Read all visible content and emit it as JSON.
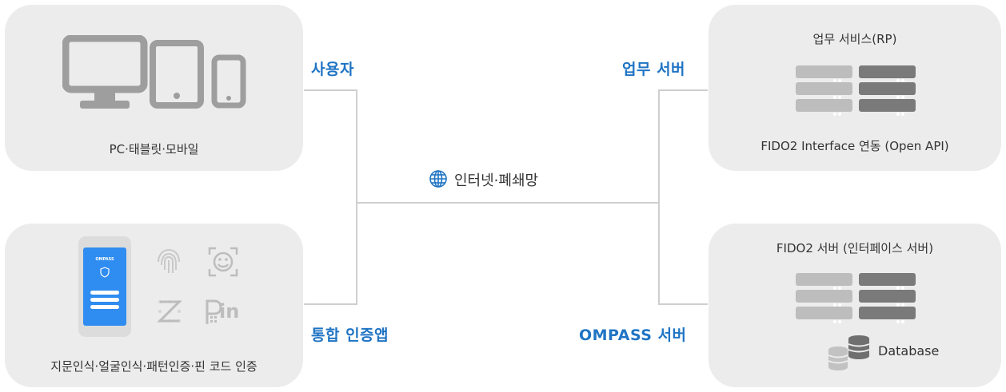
{
  "user": {
    "label": "사용자",
    "caption": "PC·태블릿·모바일"
  },
  "auth_app": {
    "label": "통합 인증앱",
    "caption": "지문인식·얼굴인식·패턴인증·핀 코드 인증",
    "phone_brand": "OMPASS",
    "pin_text": "in"
  },
  "business_server": {
    "label": "업무 서버",
    "title": "업무 서비스(RP)",
    "caption": "FIDO2 Interface 연동 (Open API)"
  },
  "ompass_server": {
    "label": "OMPASS 서버",
    "title": "FIDO2 서버 (인터페이스 서버)",
    "db_label": "Database"
  },
  "network": {
    "label": "인터넷·폐쇄망"
  },
  "colors": {
    "accent": "#1f74c4",
    "card_bg": "#ececec",
    "icon_gray": "#9e9e9e",
    "line": "#cfcfcf"
  }
}
